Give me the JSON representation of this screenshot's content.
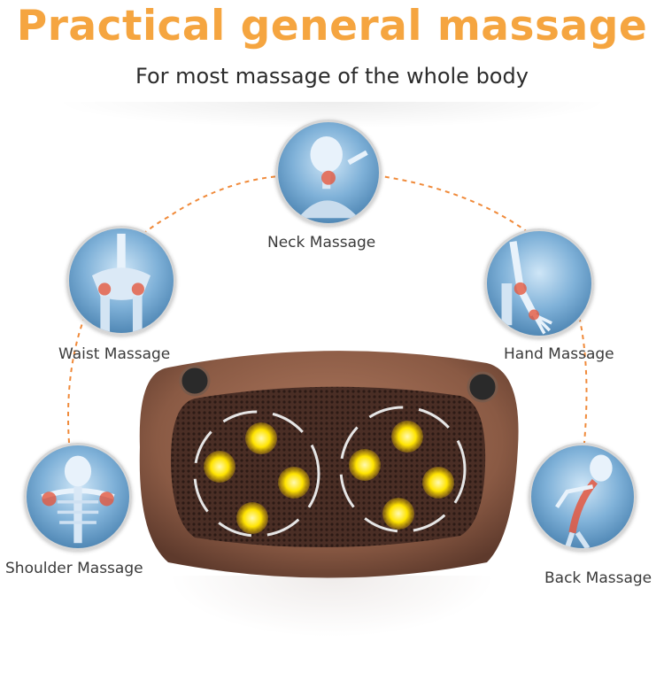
{
  "header": {
    "title": "Practical general massage",
    "subtitle": "For most massage of the whole body"
  },
  "areas": {
    "neck": "Neck Massage",
    "waist": "Waist Massage",
    "hand": "Hand Massage",
    "shoulder": "Shoulder Massage",
    "back": "Back Massage"
  },
  "colors": {
    "title": "#f5a540",
    "arc": "#f08a3a",
    "pillow": "#8a5a44",
    "node_glow": "#ffe400"
  }
}
